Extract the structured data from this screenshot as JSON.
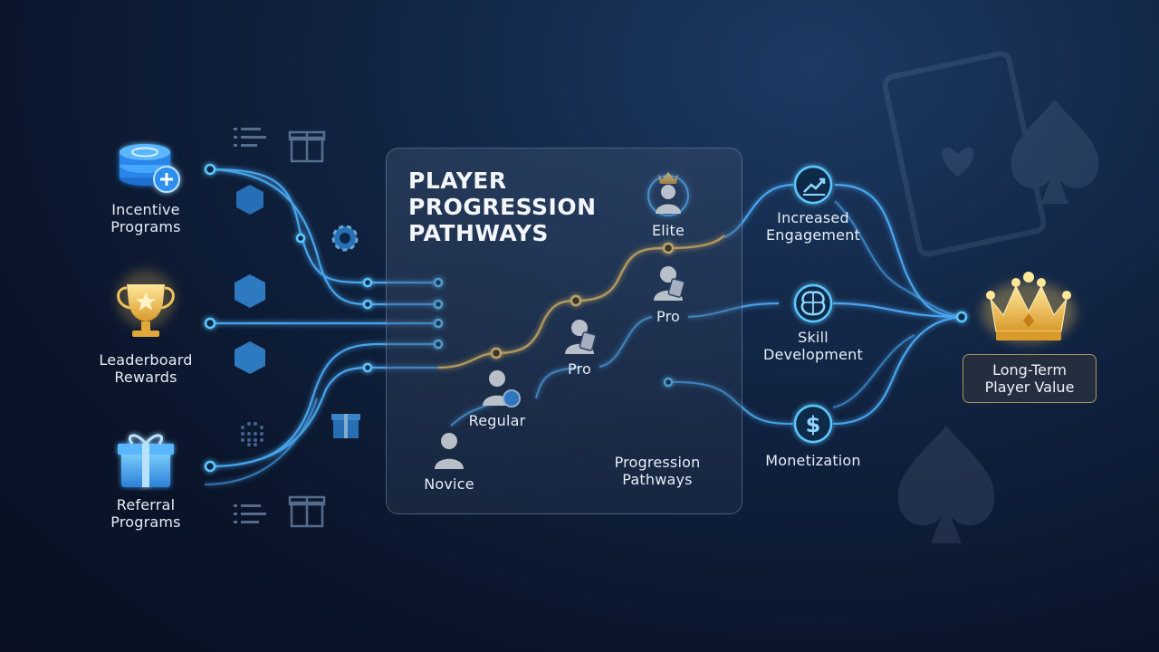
{
  "panel": {
    "title_lines": [
      "PLAYER",
      "PROGRESSION",
      "PATHWAYS"
    ],
    "footer_lines": [
      "Progression",
      "Pathways"
    ]
  },
  "inputs": [
    {
      "lines": [
        "Incentive",
        "Programs"
      ],
      "icon": "poker-chips-icon"
    },
    {
      "lines": [
        "Leaderboard",
        "Rewards"
      ],
      "icon": "trophy-icon"
    },
    {
      "lines": [
        "Referral",
        "Programs"
      ],
      "icon": "gift-box-icon"
    }
  ],
  "stages": {
    "novice": "Novice",
    "regular": "Regular",
    "pro_lower": "Pro",
    "pro_upper": "Pro",
    "elite": "Elite"
  },
  "outcomes": [
    {
      "lines": [
        "Increased",
        "Engagement"
      ],
      "icon": "trend-chart-icon"
    },
    {
      "lines": [
        "Skill",
        "Development"
      ],
      "icon": "brain-icon"
    },
    {
      "lines": [
        "Monetization"
      ],
      "icon": "dollar-icon"
    }
  ],
  "result": {
    "lines": [
      "Long-Term",
      "Player Value"
    ],
    "icon": "crown-icon"
  },
  "colors": {
    "blue_line": "#4fb3ff",
    "gold_line": "#f2c35a",
    "node_blue": "#5cc8ff",
    "node_gold": "#ffd46b",
    "panel_border": "#a0b9dc",
    "result_border": "#d2b46e"
  }
}
